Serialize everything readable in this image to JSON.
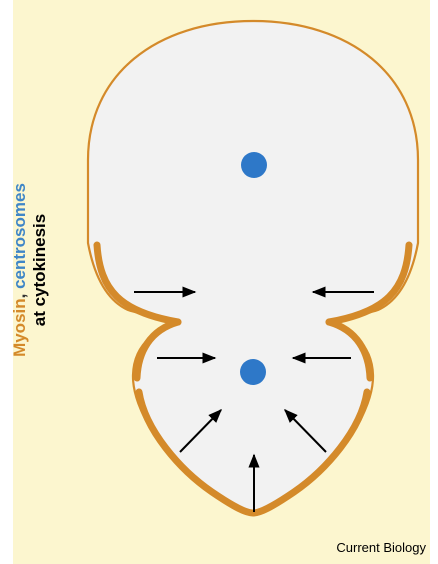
{
  "title": {
    "word_myosin": "Myosin",
    "separator": ",",
    "word_centrosomes": "centrosomes",
    "line2": "at cytokinesis"
  },
  "credit": "Current Biology",
  "colors": {
    "background": "#fcf6cf",
    "cell_fill": "#f2f2f2",
    "cell_outline": "#d48a2a",
    "myosin": "#d48a2a",
    "centrosome": "#2e78c8",
    "arrow": "#000000"
  },
  "elements": {
    "centrosome_count": 2,
    "force_arrow_count": 7
  }
}
